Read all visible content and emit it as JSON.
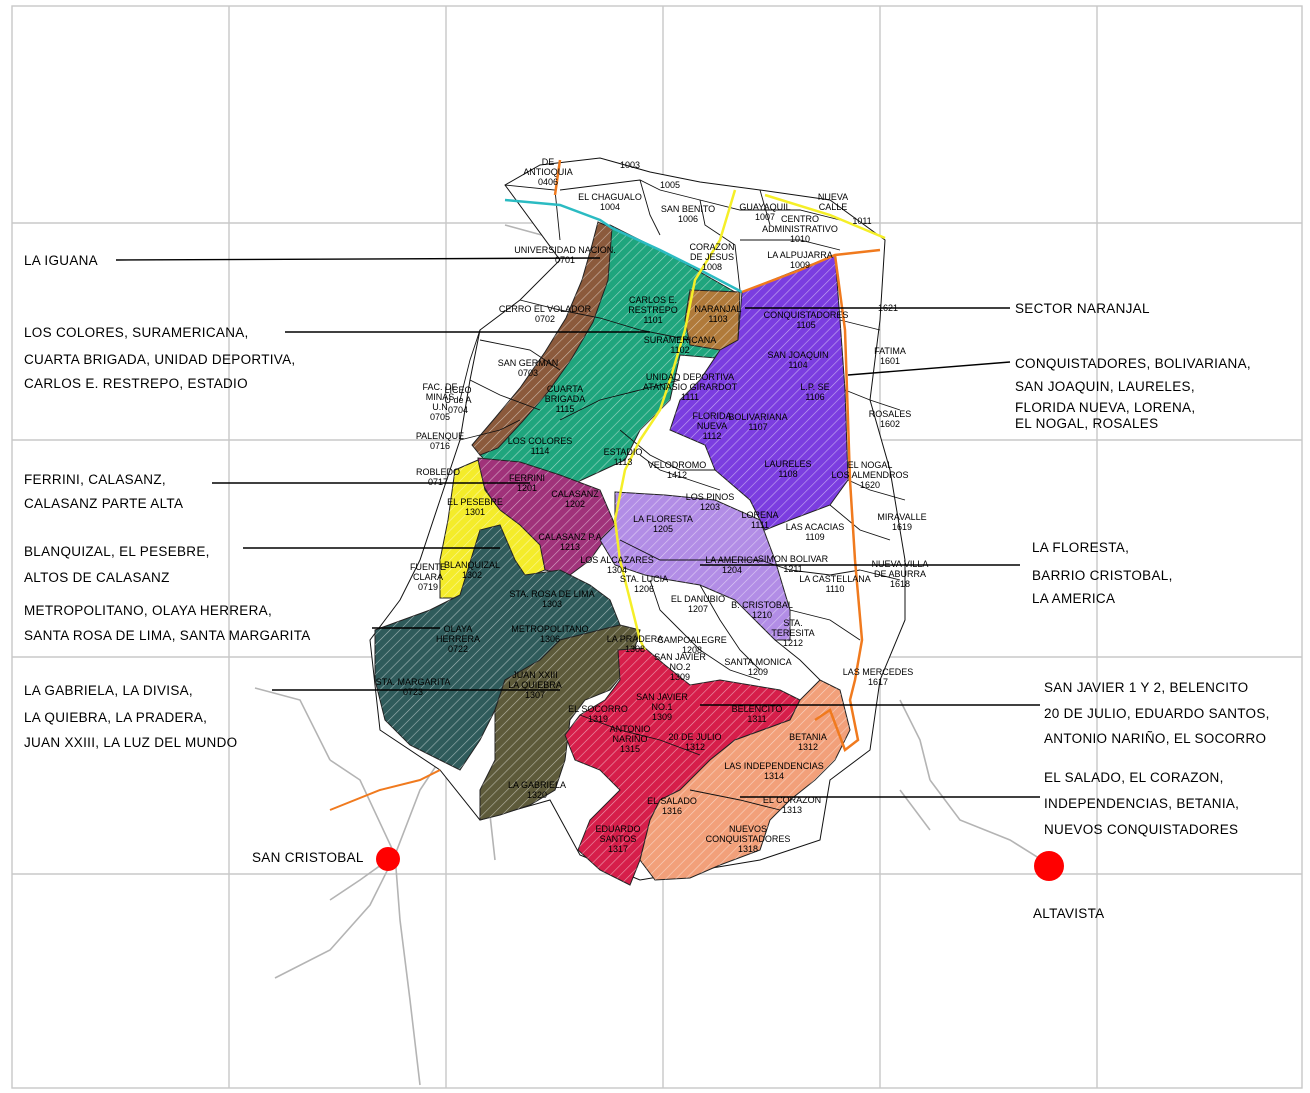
{
  "colors": {
    "zone_green": "#1fa57d",
    "zone_brown": "#8b5a3c",
    "zone_naranjal": "#b07a3a",
    "zone_purple": "#7b3de0",
    "zone_magenta": "#a0327a",
    "zone_yellow": "#f4ec2a",
    "zone_darkteal": "#2f5b5b",
    "zone_olive": "#5d5a3a",
    "zone_lavender": "#b28de6",
    "zone_red": "#d61e4a",
    "zone_salmon": "#f2a07a",
    "orange_line": "#f07a1e",
    "cyan_line": "#2bbbc2",
    "yellow_line": "#f5ef28",
    "marker": "#ff0000"
  },
  "callouts": {
    "iguana": [
      "LA IGUANA"
    ],
    "colores": [
      "LOS COLORES, SURAMERICANA,",
      "CUARTA BRIGADA, UNIDAD DEPORTIVA,",
      "CARLOS E. RESTREPO, ESTADIO"
    ],
    "ferrini": [
      "FERRINI, CALASANZ,",
      "CALASANZ PARTE ALTA"
    ],
    "blanquizal": [
      "BLANQUIZAL, EL PESEBRE,",
      "ALTOS DE CALASANZ"
    ],
    "metropolitano": [
      "METROPOLITANO, OLAYA HERRERA,",
      "SANTA ROSA DE LIMA, SANTA MARGARITA"
    ],
    "gabriela": [
      "LA GABRIELA, LA DIVISA,",
      "LA QUIEBRA, LA PRADERA,",
      "JUAN XXIII, LA LUZ DEL MUNDO"
    ],
    "naranjal": [
      "SECTOR NARANJAL"
    ],
    "conquistadores": [
      "CONQUISTADORES, BOLIVARIANA,",
      "SAN JOAQUIN, LAURELES,",
      "FLORIDA NUEVA, LORENA,",
      "EL NOGAL, ROSALES"
    ],
    "floresta": [
      "LA FLORESTA,",
      "BARRIO CRISTOBAL,",
      "LA AMERICA"
    ],
    "sanjavier": [
      "SAN JAVIER 1 Y 2, BELENCITO",
      "20 DE JULIO, EDUARDO SANTOS,",
      "ANTONIO NARIÑO, EL SOCORRO"
    ],
    "salado": [
      "EL SALADO, EL CORAZON,",
      "INDEPENDENCIAS, BETANIA,",
      "NUEVOS CONQUISTADORES"
    ]
  },
  "markers": {
    "san_cristobal": "SAN CRISTOBAL",
    "altavista": "ALTAVISTA"
  },
  "neighborhoods": [
    [
      "DE",
      "ANTIOQUIA",
      "0406"
    ],
    [
      "1003"
    ],
    [
      "1005"
    ],
    [
      "EL CHAGUALO",
      "1004"
    ],
    [
      "SAN BENITO",
      "1006"
    ],
    [
      "GUAYAQUIL",
      "1007"
    ],
    [
      "NUEVA",
      "CALLE"
    ],
    [
      "CENTRO",
      "ADMINISTRATIVO",
      "1010"
    ],
    [
      "1011"
    ],
    [
      "UNIVERSIDAD NACION.",
      "0701"
    ],
    [
      "CORAZON",
      "DE JESUS",
      "1008"
    ],
    [
      "LA ALPUJARRA",
      "1009"
    ],
    [
      "CERRO EL VOLADOR",
      "0702"
    ],
    [
      "CARLOS E.",
      "RESTREPO",
      "1101"
    ],
    [
      "NARANJAL",
      "1103"
    ],
    [
      "CONQUISTADORES",
      "1105"
    ],
    [
      "1621"
    ],
    [
      "SURAMERICANA",
      "1102"
    ],
    [
      "SAN GERMAN",
      "0703"
    ],
    [
      "FATIMA",
      "1601"
    ],
    [
      "SAN JOAQUIN",
      "1104"
    ],
    [
      "LICEO",
      "U de A",
      "0704"
    ],
    [
      "UNIDAD DEPORTIVA",
      "ATANASIO GIRARDOT",
      "1111"
    ],
    [
      "CUARTA",
      "BRIGADA",
      "1115"
    ],
    [
      "L.P. SE",
      "1106"
    ],
    [
      "FAC. DE",
      "MINAS",
      "U.N",
      "0705"
    ],
    [
      "ROSALES",
      "1602"
    ],
    [
      "FLORIDA",
      "NUEVA",
      "1112"
    ],
    [
      "BOLIVARIANA",
      "1107"
    ],
    [
      "PALENQUE",
      "0716"
    ],
    [
      "LOS COLORES",
      "1114"
    ],
    [
      "ESTADIO",
      "1113"
    ],
    [
      "VELODROMO",
      "1412"
    ],
    [
      "LAURELES",
      "1108"
    ],
    [
      "EL NOGAL",
      "LOS ALMENDROS",
      "1620"
    ],
    [
      "ROBLEDO",
      "0717"
    ],
    [
      "FERRINI",
      "1201"
    ],
    [
      "CALASANZ",
      "1202"
    ],
    [
      "LOS PINOS",
      "1203"
    ],
    [
      "LA FLORESTA",
      "1205"
    ],
    [
      "LORENA",
      "1111"
    ],
    [
      "EL PESEBRE",
      "1301"
    ],
    [
      "LAS ACACIAS",
      "1109"
    ],
    [
      "MIRAVALLE",
      "1619"
    ],
    [
      "CALASANZ P.A",
      "1213"
    ],
    [
      "LOS ALCAZARES",
      "1304"
    ],
    [
      "LA AMERICA",
      "1204"
    ],
    [
      "SIMON BOLIVAR",
      "1211"
    ],
    [
      "NUEVA VILLA",
      "DE ABURRA",
      "1618"
    ],
    [
      "FUENTE",
      "CLARA",
      "0719"
    ],
    [
      "BLANQUIZAL",
      "1302"
    ],
    [
      "STA. LUCIA",
      "1206"
    ],
    [
      "LA CASTELLANA",
      "1110"
    ],
    [
      "STA. ROSA DE LIMA",
      "1303"
    ],
    [
      "EL DANUBIO",
      "1207"
    ],
    [
      "B. CRISTOBAL",
      "1210"
    ],
    [
      "METROPOLITANO",
      "1306"
    ],
    [
      "OLAYA",
      "HERRERA",
      "0722"
    ],
    [
      "CAMPOALEGRE",
      "1208"
    ],
    [
      "STA.",
      "TERESITA",
      "1212"
    ],
    [
      "LA PRADERA",
      "1308"
    ],
    [
      "SAN JAVIER",
      "NO.2",
      "1309"
    ],
    [
      "SANTA MONICA",
      "1209"
    ],
    [
      "LAS MERCEDES",
      "1617"
    ],
    [
      "JUAN XXIII",
      "LA QUIEBRA",
      "1307"
    ],
    [
      "STA. MARGARITA",
      "0723"
    ],
    [
      "SAN JAVIER",
      "NO.1",
      "1309"
    ],
    [
      "BELENCITO",
      "1311"
    ],
    [
      "EL SOCORRO",
      "1319"
    ],
    [
      "ANTONIO",
      "NARIÑO",
      "1315"
    ],
    [
      "20 DE JULIO",
      "1312"
    ],
    [
      "BETANIA",
      "1312"
    ],
    [
      "LAS INDEPENDENCIAS",
      "1314"
    ],
    [
      "LA GABRIELA",
      "1320"
    ],
    [
      "EL SALADO",
      "1316"
    ],
    [
      "EL CORAZON",
      "1313"
    ],
    [
      "EDUARDO",
      "SANTOS",
      "1317"
    ],
    [
      "NUEVOS",
      "CONQUISTADORES",
      "1318"
    ]
  ]
}
